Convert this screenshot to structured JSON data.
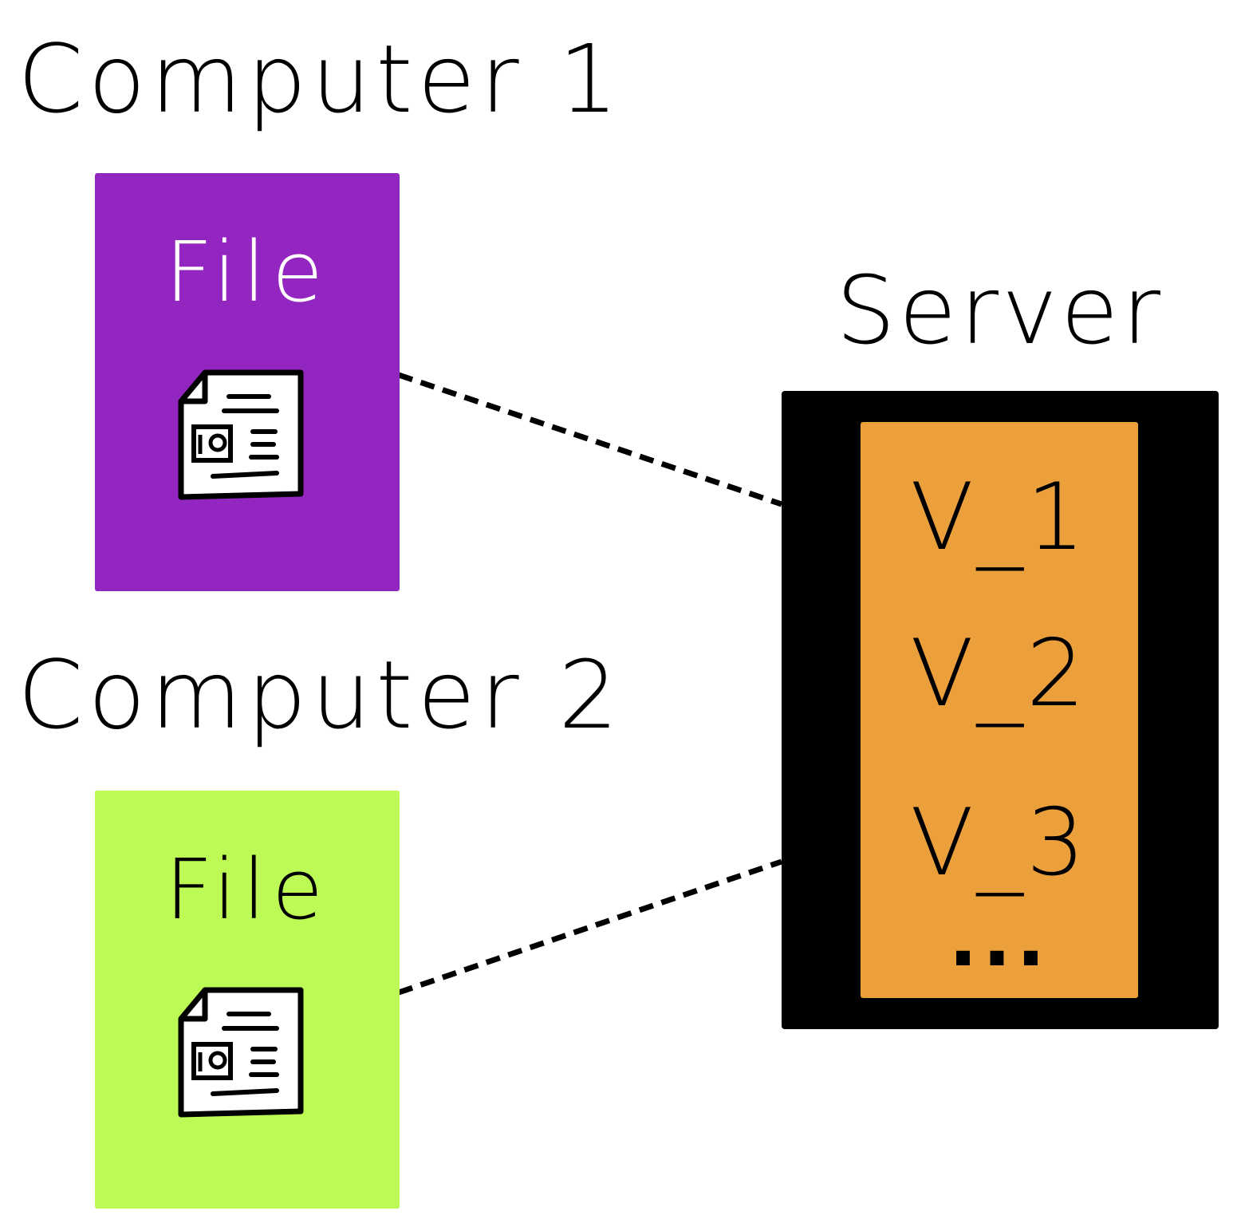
{
  "computers": [
    {
      "title": "Computer 1",
      "file_label": "File",
      "box_color": "#9325c0",
      "file_label_color": "#ffffff"
    },
    {
      "title": "Computer 2",
      "file_label": "File",
      "box_color": "#bdfa55",
      "file_label_color": "#000000"
    }
  ],
  "server": {
    "title": "Server",
    "box_color": "#000000",
    "panel_color": "#eca03b",
    "versions": [
      "V_1",
      "V_2",
      "V_3"
    ],
    "more": "..."
  },
  "connector_style": "dashed",
  "icons": [
    "document-icon"
  ]
}
